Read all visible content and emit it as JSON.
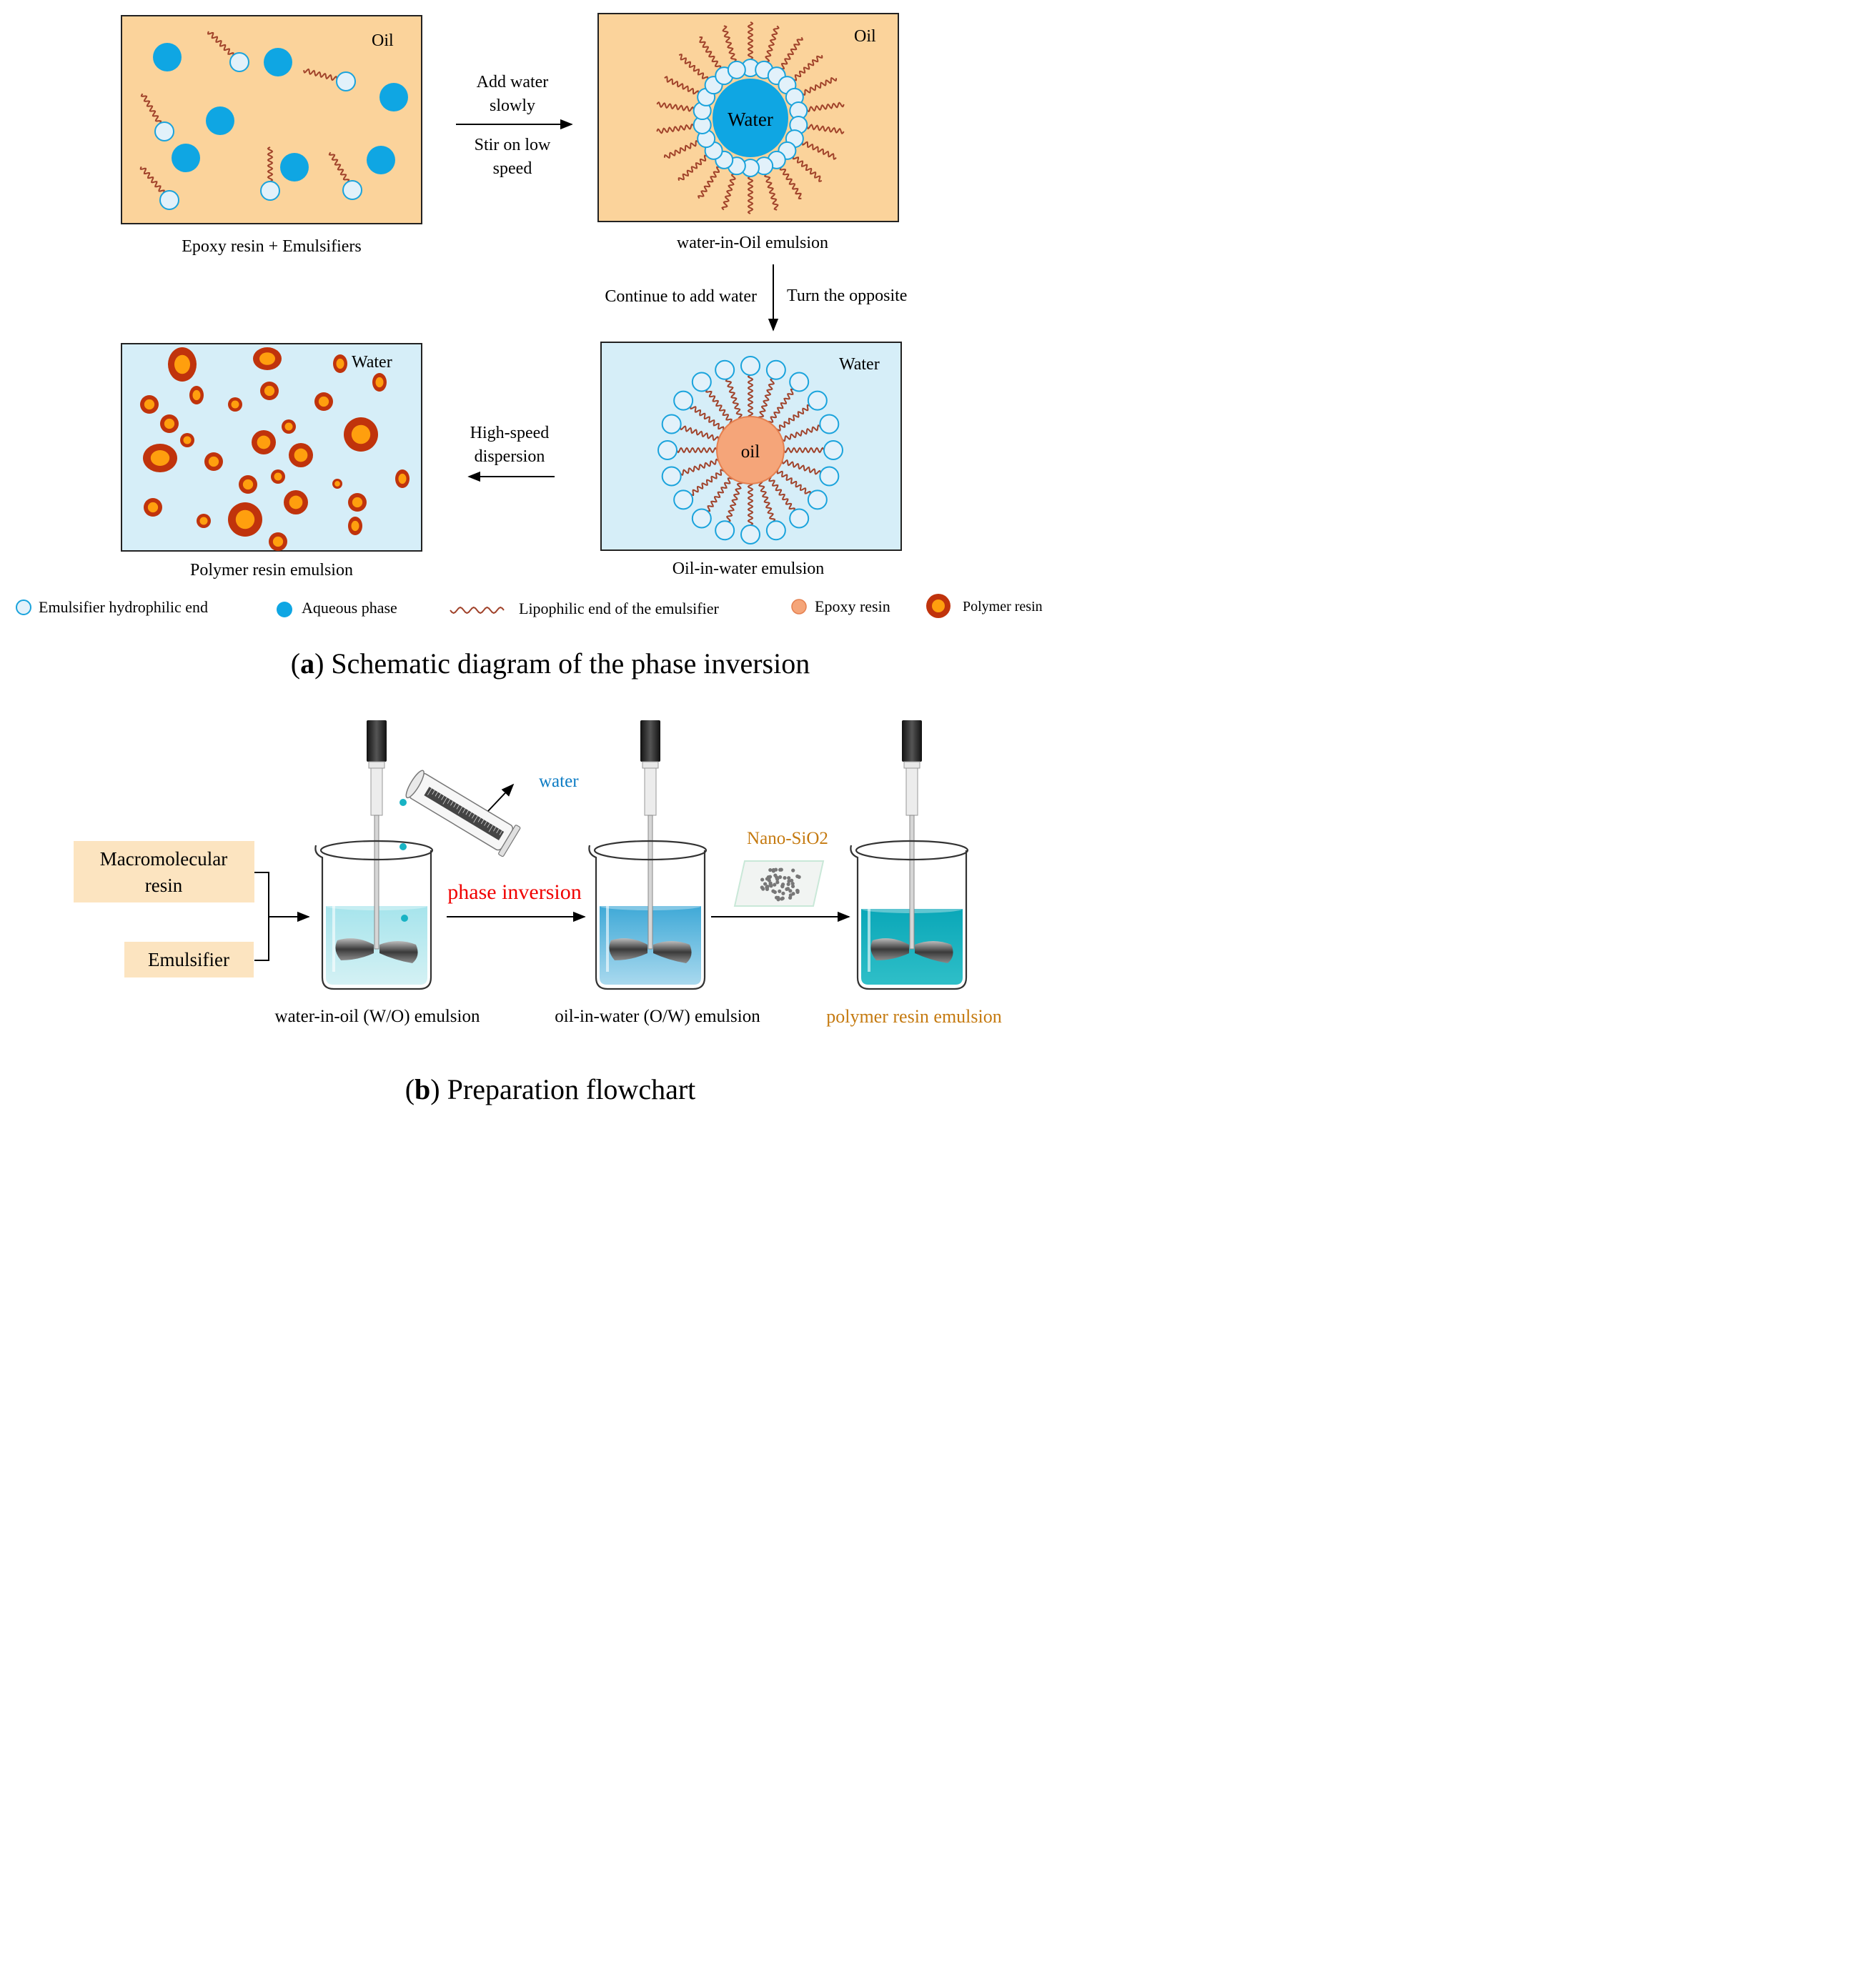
{
  "panel_a": {
    "box1": {
      "label": "Oil",
      "caption": "Epoxy resin + Emulsifiers"
    },
    "step1": {
      "line1": "Add water",
      "line2": "slowly",
      "line3": "Stir on low",
      "line4": "speed"
    },
    "box2": {
      "label": "Oil",
      "center": "Water",
      "caption": "water-in-Oil emulsion"
    },
    "step2": {
      "left": "Continue to add water",
      "right": "Turn the opposite"
    },
    "box3": {
      "label": "Water",
      "center": "oil",
      "caption": "Oil-in-water emulsion"
    },
    "step3": {
      "line1": "High-speed",
      "line2": "dispersion"
    },
    "box4": {
      "label": "Water",
      "caption": "Polymer resin emulsion"
    },
    "legend": {
      "hydrophilic": "Emulsifier hydrophilic end",
      "aqueous": "Aqueous phase",
      "lipophilic": "Lipophilic end of the emulsifier",
      "epoxy": "Epoxy resin",
      "polymer": "Polymer resin"
    },
    "title_letter": "a",
    "title_rest": " Schematic diagram of the phase inversion"
  },
  "panel_b": {
    "input1_line1": "Macromolecular",
    "input1_line2": "resin",
    "input2": "Emulsifier",
    "water_label": "water",
    "phase_inversion": "phase inversion",
    "nano_label": "Nano-SiO2",
    "beaker1_caption": "water-in-oil (W/O) emulsion",
    "beaker2_caption": "oil-in-water (O/W) emulsion",
    "beaker3_caption": "polymer resin emulsion",
    "title_letter": "b",
    "title_rest": " Preparation flowchart"
  },
  "colors": {
    "oil_bg": "#FBD39B",
    "water_bg": "#D6EEF8",
    "aqueous": "#0FA6E3",
    "hydrophilic_fill": "#E2F1FA",
    "tail": "#A0422A",
    "epoxy": "#F5A579",
    "polymer_outer": "#C0330C",
    "polymer_inner": "#FF9F0E",
    "phase_inversion_red": "#F00000",
    "water_label_blue": "#0C7CC4",
    "orange_label": "#C57A10",
    "input_box": "#FCE4C0"
  }
}
